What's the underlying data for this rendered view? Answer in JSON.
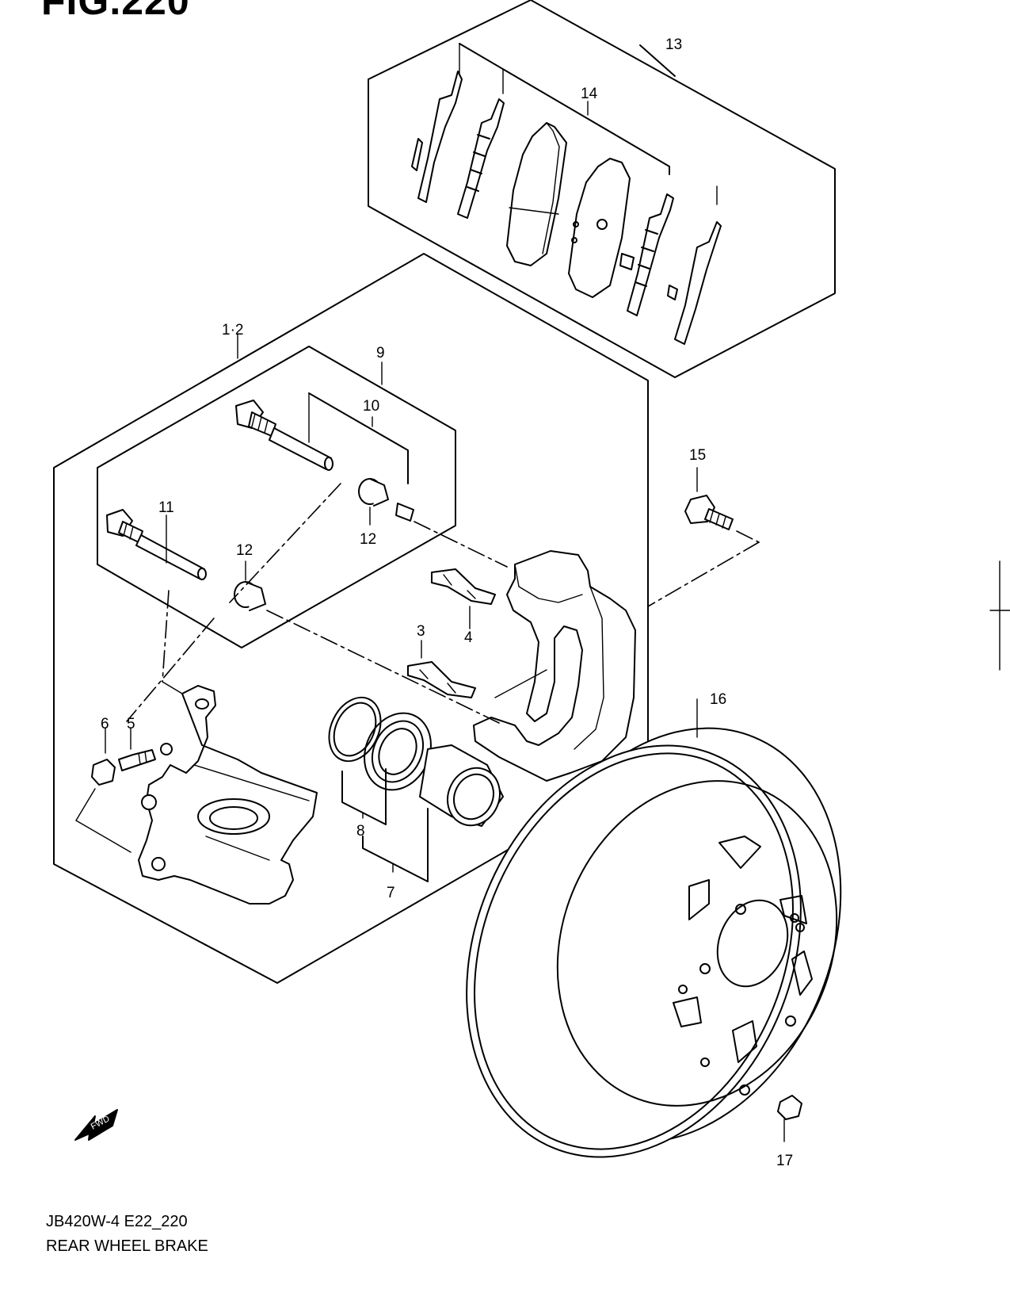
{
  "figure": {
    "title": "FIG.220",
    "code": "JB420W-4 E22_220",
    "name": "REAR WHEEL BRAKE"
  },
  "callouts": {
    "c13": "13",
    "c14": "14",
    "c12set": "1·2",
    "c9": "9",
    "c10": "10",
    "c11": "11",
    "c12a": "12",
    "c12b": "12",
    "c15": "15",
    "c3": "3",
    "c4": "4",
    "c6": "6",
    "c5": "5",
    "c8": "8",
    "c7": "7",
    "c16": "16",
    "c17": "17"
  },
  "direction_badge": {
    "label": "FWD",
    "icon": "fwd-arrow-icon"
  }
}
